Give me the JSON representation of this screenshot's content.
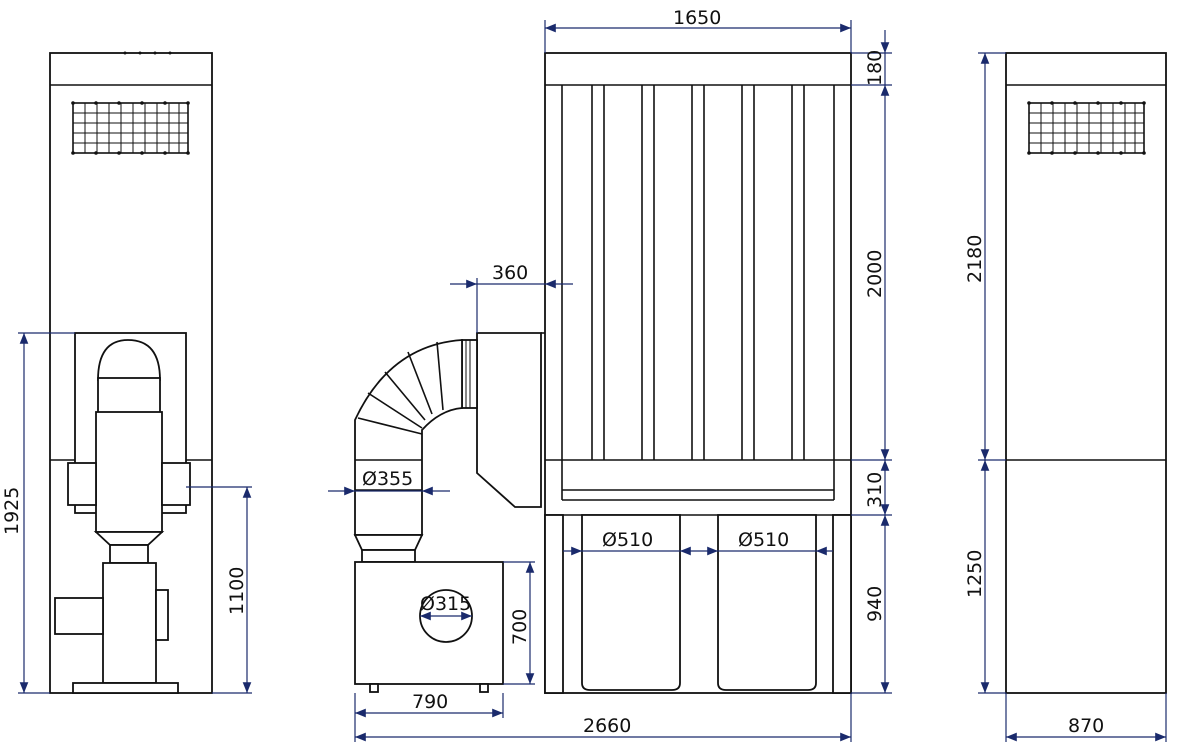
{
  "colors": {
    "outline": "#111111",
    "dimension_line": "#1a2a6c",
    "background": "#ffffff"
  },
  "dimensions": {
    "top_width": "1650",
    "top_header_height": "180",
    "left_total_height": "1925",
    "left_lower_height": "1100",
    "inlet_offset": "360",
    "duct_diameter": "Ø355",
    "inlet_diameter": "Ø315",
    "fan_box_height": "700",
    "fan_box_width": "790",
    "total_length": "2660",
    "filter_height": "2000",
    "hopper_height": "310",
    "bin_diameter_1": "Ø510",
    "bin_diameter_2": "Ø510",
    "leg_height": "940",
    "right_upper_height": "2180",
    "right_lower_height": "1250",
    "right_width": "870"
  }
}
